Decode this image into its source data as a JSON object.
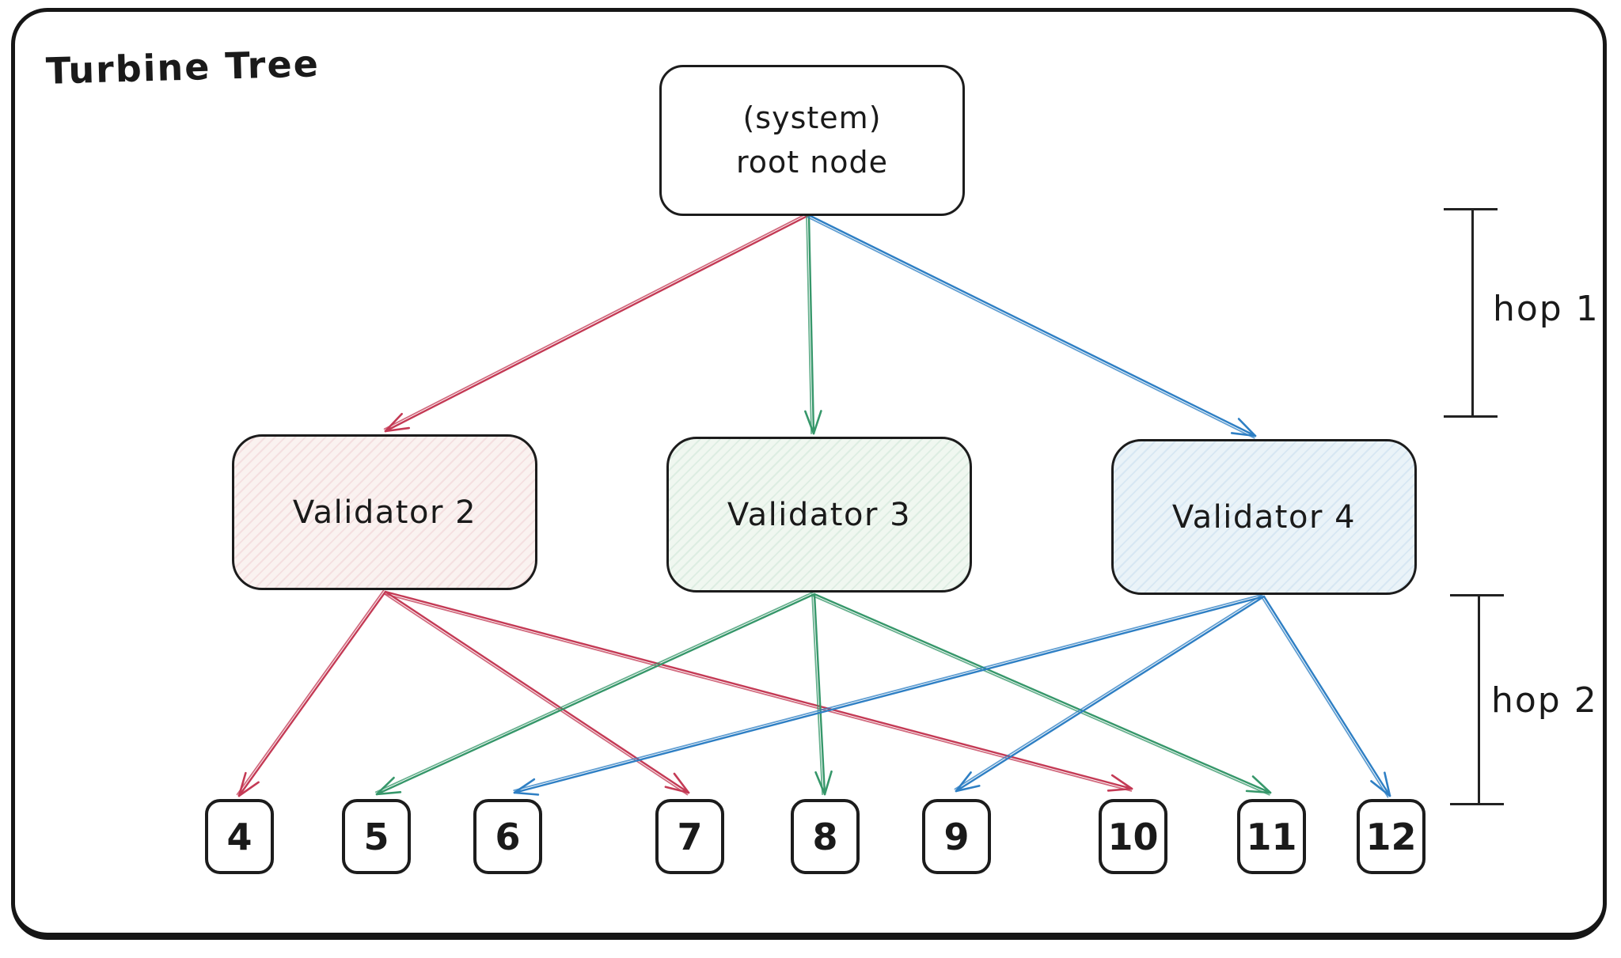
{
  "title": "Turbine Tree",
  "root": {
    "line1": "(system)",
    "line2": "root node"
  },
  "validators": [
    {
      "id": "validator-2",
      "label": "Validator 2",
      "color": "red"
    },
    {
      "id": "validator-3",
      "label": "Validator 3",
      "color": "green"
    },
    {
      "id": "validator-4",
      "label": "Validator 4",
      "color": "blue"
    }
  ],
  "leaves": [
    {
      "id": "leaf-4",
      "label": "4"
    },
    {
      "id": "leaf-5",
      "label": "5"
    },
    {
      "id": "leaf-6",
      "label": "6"
    },
    {
      "id": "leaf-7",
      "label": "7"
    },
    {
      "id": "leaf-8",
      "label": "8"
    },
    {
      "id": "leaf-9",
      "label": "9"
    },
    {
      "id": "leaf-10",
      "label": "10"
    },
    {
      "id": "leaf-11",
      "label": "11"
    },
    {
      "id": "leaf-12",
      "label": "12"
    }
  ],
  "hops": [
    {
      "label": "hop 1"
    },
    {
      "label": "hop 2"
    }
  ],
  "edges": [
    {
      "from": "root",
      "to": "validator-2",
      "color": "red"
    },
    {
      "from": "root",
      "to": "validator-3",
      "color": "green"
    },
    {
      "from": "root",
      "to": "validator-4",
      "color": "blue"
    },
    {
      "from": "validator-2",
      "to": "leaf-4",
      "color": "red"
    },
    {
      "from": "validator-2",
      "to": "leaf-7",
      "color": "red"
    },
    {
      "from": "validator-2",
      "to": "leaf-10",
      "color": "red"
    },
    {
      "from": "validator-3",
      "to": "leaf-5",
      "color": "green"
    },
    {
      "from": "validator-3",
      "to": "leaf-8",
      "color": "green"
    },
    {
      "from": "validator-3",
      "to": "leaf-11",
      "color": "green"
    },
    {
      "from": "validator-4",
      "to": "leaf-6",
      "color": "blue"
    },
    {
      "from": "validator-4",
      "to": "leaf-9",
      "color": "blue"
    },
    {
      "from": "validator-4",
      "to": "leaf-12",
      "color": "blue"
    }
  ],
  "colors": {
    "red": "#c43a55",
    "green": "#36976a",
    "blue": "#2e7fc4",
    "ink": "#1a1a1a",
    "validator_red_fill": "#faf2f0",
    "validator_green_fill": "#f0f7f0",
    "validator_blue_fill": "#eaf3f8"
  }
}
